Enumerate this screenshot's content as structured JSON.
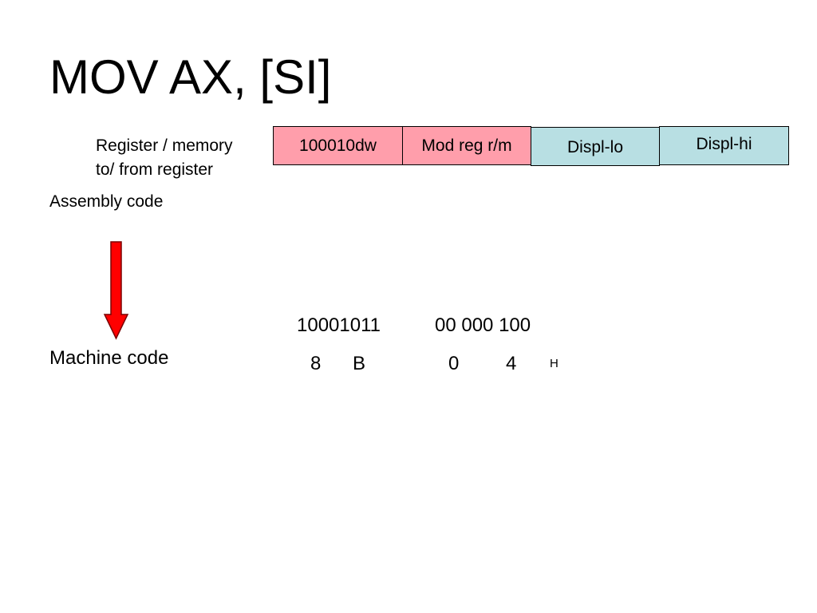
{
  "slide": {
    "title": "MOV AX, [SI]"
  },
  "labels": {
    "instruction_type_line1": "Register / memory",
    "instruction_type_line2": "to/ from register",
    "assembly_code": "Assembly code",
    "machine_code": "Machine code"
  },
  "format_fields": [
    {
      "label": "100010dw",
      "color": "#ff9eab"
    },
    {
      "label": "Mod reg r/m",
      "color": "#ff9eab"
    },
    {
      "label": "Displ-lo",
      "color": "#b8dfe3"
    },
    {
      "label": "Displ-hi",
      "color": "#b8dfe3"
    }
  ],
  "arrow": {
    "icon": "down-arrow-icon",
    "color": "#ff0000",
    "outline": "#7a0000"
  },
  "encoding": {
    "binary": [
      "10001011",
      "00 000 100"
    ],
    "hex_digits": [
      "8",
      "B",
      "0",
      "4"
    ],
    "hex_suffix": "H"
  }
}
